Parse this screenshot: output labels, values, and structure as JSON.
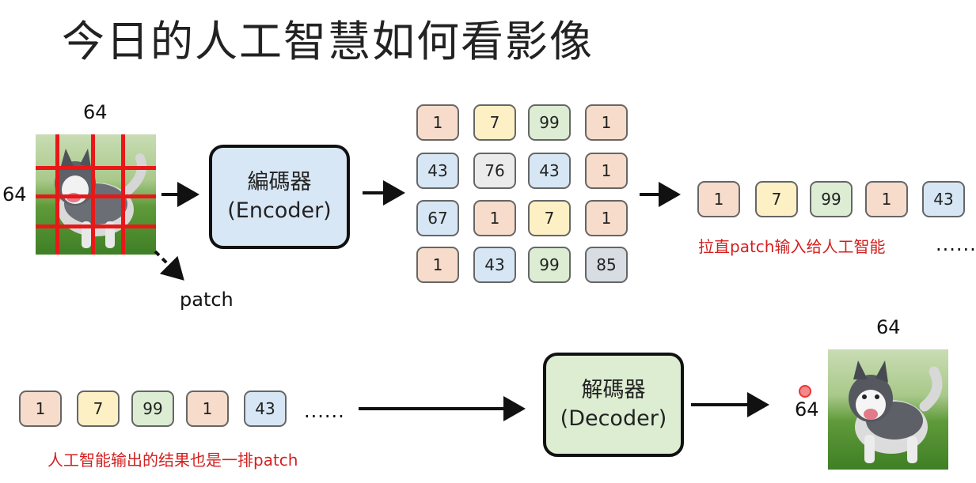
{
  "title": "今日的人工智慧如何看影像",
  "input_image": {
    "width_label": "64",
    "height_label": "64",
    "patch_label": "patch"
  },
  "encoder": {
    "line1": "編碼器",
    "line2": "(Encoder)"
  },
  "decoder": {
    "line1": "解碼器",
    "line2": "(Decoder)"
  },
  "token_grid": [
    [
      {
        "v": "1",
        "c": "peach"
      },
      {
        "v": "7",
        "c": "yellow"
      },
      {
        "v": "99",
        "c": "green"
      },
      {
        "v": "1",
        "c": "peach"
      }
    ],
    [
      {
        "v": "43",
        "c": "blue"
      },
      {
        "v": "76",
        "c": "gray"
      },
      {
        "v": "43",
        "c": "blue"
      },
      {
        "v": "1",
        "c": "peach"
      }
    ],
    [
      {
        "v": "67",
        "c": "blue"
      },
      {
        "v": "1",
        "c": "peach"
      },
      {
        "v": "7",
        "c": "yellow"
      },
      {
        "v": "1",
        "c": "peach"
      }
    ],
    [
      {
        "v": "1",
        "c": "peach"
      },
      {
        "v": "43",
        "c": "blue"
      },
      {
        "v": "99",
        "c": "green"
      },
      {
        "v": "85",
        "c": "dgray"
      }
    ]
  ],
  "flattened_row_top": [
    {
      "v": "1",
      "c": "peach"
    },
    {
      "v": "7",
      "c": "yellow"
    },
    {
      "v": "99",
      "c": "green"
    },
    {
      "v": "1",
      "c": "peach"
    },
    {
      "v": "43",
      "c": "blue"
    }
  ],
  "flattened_row_bottom": [
    {
      "v": "1",
      "c": "peach"
    },
    {
      "v": "7",
      "c": "yellow"
    },
    {
      "v": "99",
      "c": "green"
    },
    {
      "v": "1",
      "c": "peach"
    },
    {
      "v": "43",
      "c": "blue"
    }
  ],
  "ellipsis": "......",
  "note_top": "拉直patch输入给人工智能",
  "note_bottom": "人工智能输出的结果也是一排patch",
  "output_image": {
    "width_label": "64",
    "height_label": "64"
  },
  "colors": {
    "peach": "#f7dccb",
    "yellow": "#fdf0c4",
    "green": "#dcedd3",
    "blue": "#d6e6f4",
    "gray": "#ebebeb",
    "dgray": "#d7dde3",
    "grid_red": "#e81818",
    "note_red": "#d42020"
  }
}
